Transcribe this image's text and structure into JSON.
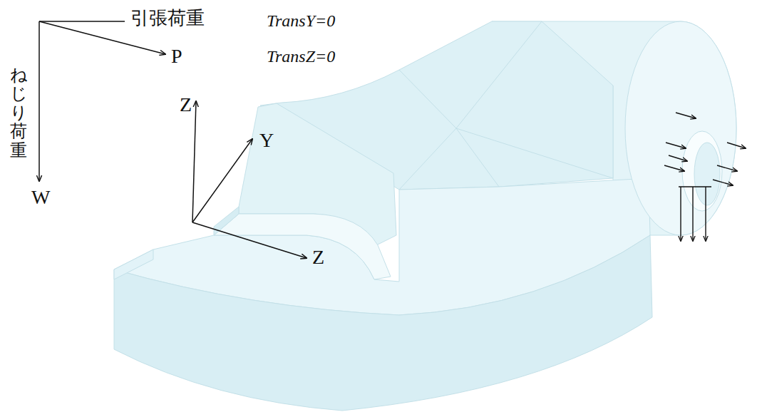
{
  "diagram": {
    "labels": [
      "引張荷重",
      "P",
      "TransY=0",
      "TransZ=0",
      "ねじり荷重",
      "W",
      "Z",
      "Y",
      "Z"
    ]
  }
}
